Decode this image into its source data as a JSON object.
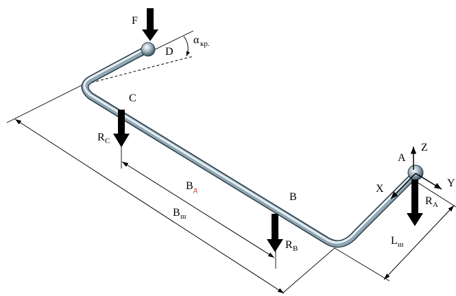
{
  "labels": {
    "force_f": "F",
    "point_d": "D",
    "angle_alpha": "α",
    "angle_alpha_sub": "кр.",
    "point_c": "C",
    "reaction_c": "R",
    "reaction_c_sub": "C",
    "width_bd": "B",
    "width_bd_sub": "д",
    "point_b": "B",
    "width_bsh": "B",
    "width_bsh_sub": "ш",
    "reaction_b": "R",
    "reaction_b_sub": "B",
    "point_a": "A",
    "axis_z": "Z",
    "axis_x": "X",
    "axis_y": "Y",
    "reaction_a": "R",
    "reaction_a_sub": "A",
    "length_lsh": "L",
    "length_lsh_sub": "ш"
  },
  "colors": {
    "rod_dark": "#2c3e4a",
    "rod_mid": "#8fa6b4",
    "rod_light": "#f2f7fa",
    "arrow": "#000000"
  }
}
